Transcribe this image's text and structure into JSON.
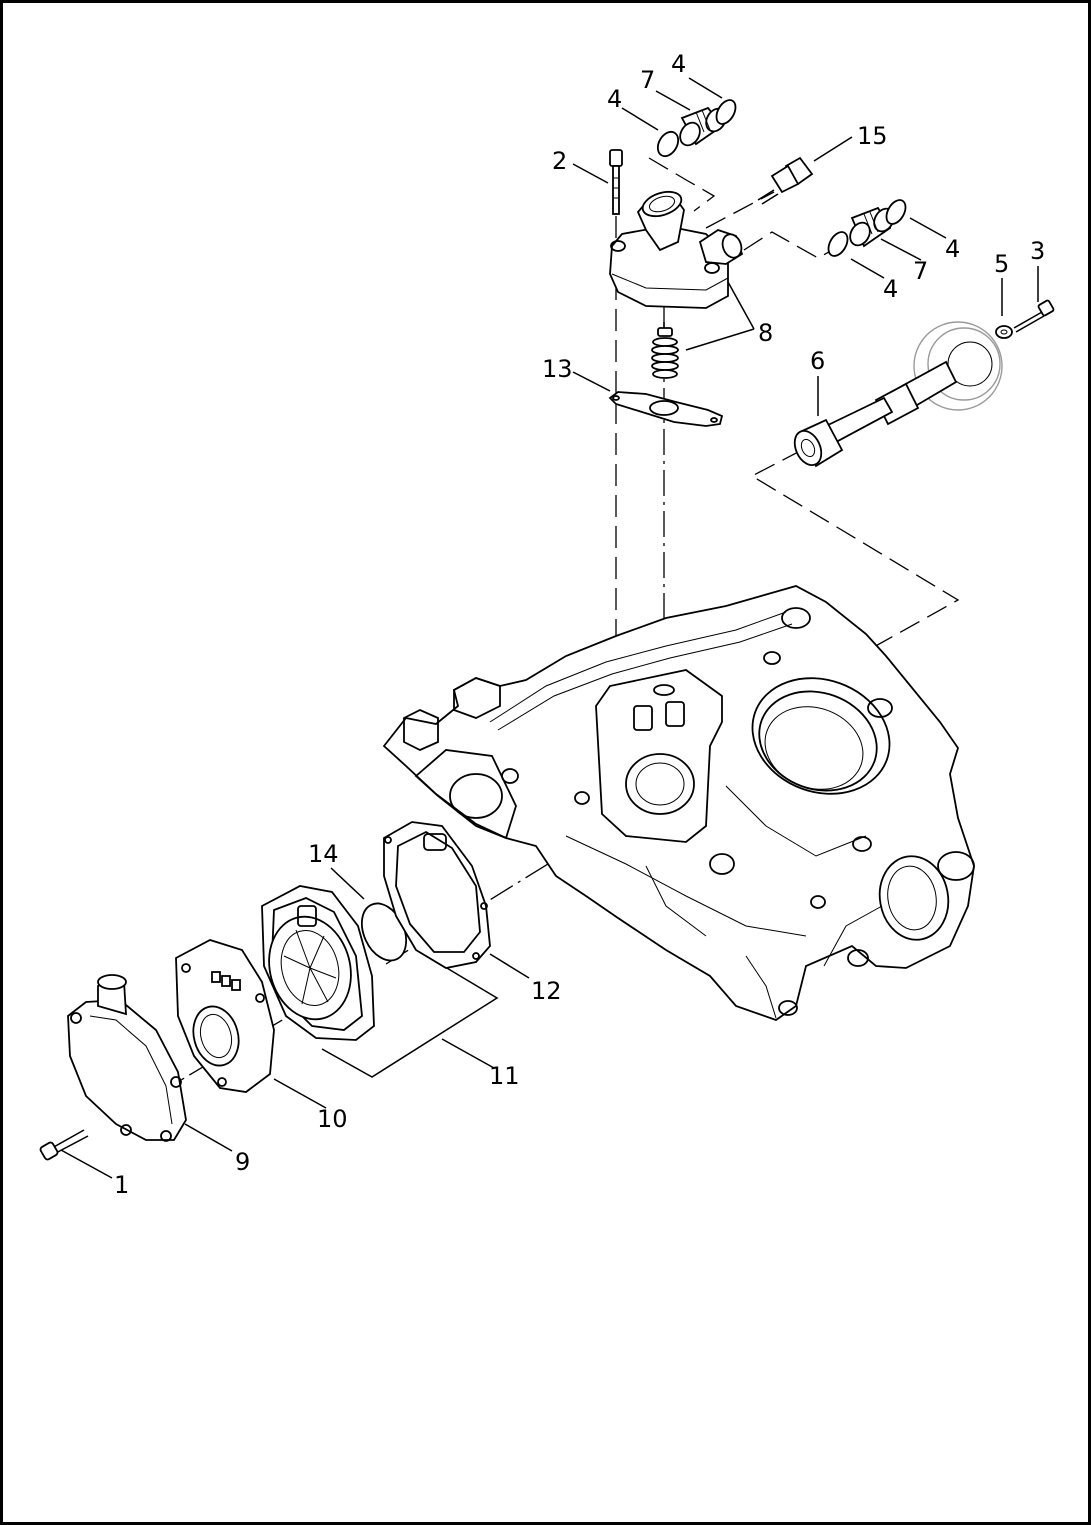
{
  "diagram": {
    "callouts": [
      {
        "id": "c4a",
        "text": "4"
      },
      {
        "id": "c7a",
        "text": "7"
      },
      {
        "id": "c4b",
        "text": "4"
      },
      {
        "id": "c2",
        "text": "2"
      },
      {
        "id": "c15",
        "text": "15"
      },
      {
        "id": "c4c",
        "text": "4"
      },
      {
        "id": "c7b",
        "text": "7"
      },
      {
        "id": "c4d",
        "text": "4"
      },
      {
        "id": "c5",
        "text": "5"
      },
      {
        "id": "c3",
        "text": "3"
      },
      {
        "id": "c8",
        "text": "8"
      },
      {
        "id": "c6",
        "text": "6"
      },
      {
        "id": "c13",
        "text": "13"
      },
      {
        "id": "c14",
        "text": "14"
      },
      {
        "id": "c12",
        "text": "12"
      },
      {
        "id": "c11",
        "text": "11"
      },
      {
        "id": "c10",
        "text": "10"
      },
      {
        "id": "c9",
        "text": "9"
      },
      {
        "id": "c1",
        "text": "1"
      }
    ],
    "line_color": "#000000",
    "background_color": "#ffffff"
  }
}
